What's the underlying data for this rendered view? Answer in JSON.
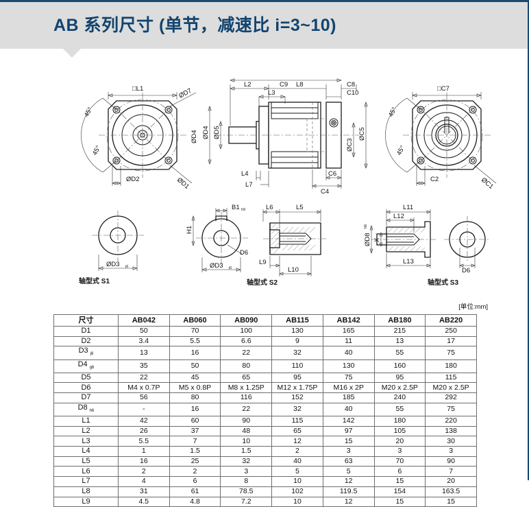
{
  "header": {
    "title": "AB 系列尺寸 (单节，减速比 i=3~10)"
  },
  "unit_note": "[单位:mm]",
  "drawings": {
    "front_flange": {
      "name": "front-flange-view",
      "labels": {
        "l1": "□L1",
        "d7": "ØD7",
        "d2": "ØD2",
        "d1": "ØD1",
        "d4": "ØD4",
        "angle_top": "45°",
        "angle_bottom": "45°"
      }
    },
    "section": {
      "name": "section-side-view",
      "labels": {
        "l2": "L2",
        "c9": "C9",
        "l8": "L8",
        "c8": "C8",
        "c10": "C10",
        "l3": "L3",
        "d4": "ØD4",
        "d5": "ØD5",
        "c5": "ØC5",
        "c3": "ØC3",
        "l4": "L4",
        "l7": "L7",
        "c6": "C6",
        "c4": "C4"
      }
    },
    "rear_flange": {
      "name": "rear-flange-view",
      "labels": {
        "c7": "□C7",
        "c2": "C2",
        "c1": "ØC1",
        "angle_top": "45°",
        "angle_bottom": "45°"
      }
    },
    "shaft_s1": {
      "name": "shaft-type-s1",
      "caption": "轴型式 S1",
      "labels": {
        "d3": "ØD3",
        "d3_sub": "j6"
      }
    },
    "shaft_s2": {
      "name": "shaft-type-s2",
      "caption": "轴型式 S2",
      "labels": {
        "b1": "B1",
        "b1_sub": "h9",
        "h1": "H1",
        "d6": "D6",
        "d3": "ØD3",
        "d3_sub": "j6",
        "l6": "L6",
        "l5": "L5",
        "l9": "L9",
        "l10": "L10"
      }
    },
    "shaft_s3": {
      "name": "shaft-type-s3",
      "caption": "轴型式 S3",
      "labels": {
        "l11": "L11",
        "l12": "L12",
        "l13": "L13",
        "d8": "ØD8",
        "d8_sub": "h6",
        "x": "X",
        "d6": "D6"
      }
    }
  },
  "table": {
    "first_header": "尺寸",
    "columns": [
      "AB042",
      "AB060",
      "AB090",
      "AB115",
      "AB142",
      "AB180",
      "AB220"
    ],
    "rows": [
      {
        "label": "D1",
        "sub": "",
        "values": [
          "50",
          "70",
          "100",
          "130",
          "165",
          "215",
          "250"
        ]
      },
      {
        "label": "D2",
        "sub": "",
        "values": [
          "3.4",
          "5.5",
          "6.6",
          "9",
          "11",
          "13",
          "17"
        ]
      },
      {
        "label": "D3",
        "sub": "j6",
        "values": [
          "13",
          "16",
          "22",
          "32",
          "40",
          "55",
          "75"
        ]
      },
      {
        "label": "D4",
        "sub": "g6",
        "values": [
          "35",
          "50",
          "80",
          "110",
          "130",
          "160",
          "180"
        ]
      },
      {
        "label": "D5",
        "sub": "",
        "values": [
          "22",
          "45",
          "65",
          "95",
          "75",
          "95",
          "115"
        ]
      },
      {
        "label": "D6",
        "sub": "",
        "values": [
          "M4 x 0.7P",
          "M5 x 0.8P",
          "M8 x 1.25P",
          "M12 x 1.75P",
          "M16 x 2P",
          "M20 x 2.5P",
          "M20 x 2.5P"
        ]
      },
      {
        "label": "D7",
        "sub": "",
        "values": [
          "56",
          "80",
          "116",
          "152",
          "185",
          "240",
          "292"
        ]
      },
      {
        "label": "D8",
        "sub": "h6",
        "values": [
          "-",
          "16",
          "22",
          "32",
          "40",
          "55",
          "75"
        ]
      },
      {
        "label": "L1",
        "sub": "",
        "values": [
          "42",
          "60",
          "90",
          "115",
          "142",
          "180",
          "220"
        ]
      },
      {
        "label": "L2",
        "sub": "",
        "values": [
          "26",
          "37",
          "48",
          "65",
          "97",
          "105",
          "138"
        ]
      },
      {
        "label": "L3",
        "sub": "",
        "values": [
          "5.5",
          "7",
          "10",
          "12",
          "15",
          "20",
          "30"
        ]
      },
      {
        "label": "L4",
        "sub": "",
        "values": [
          "1",
          "1.5",
          "1.5",
          "2",
          "3",
          "3",
          "3"
        ]
      },
      {
        "label": "L5",
        "sub": "",
        "values": [
          "16",
          "25",
          "32",
          "40",
          "63",
          "70",
          "90"
        ]
      },
      {
        "label": "L6",
        "sub": "",
        "values": [
          "2",
          "2",
          "3",
          "5",
          "5",
          "6",
          "7"
        ]
      },
      {
        "label": "L7",
        "sub": "",
        "values": [
          "4",
          "6",
          "8",
          "10",
          "12",
          "15",
          "20"
        ]
      },
      {
        "label": "L8",
        "sub": "",
        "values": [
          "31",
          "61",
          "78.5",
          "102",
          "119.5",
          "154",
          "163.5"
        ]
      },
      {
        "label": "L9",
        "sub": "",
        "values": [
          "4.5",
          "4.8",
          "7.2",
          "10",
          "12",
          "15",
          "15"
        ]
      }
    ]
  },
  "colors": {
    "brand_blue": "#12446f",
    "border_blue": "#1b4971",
    "header_gray": "#dddddd"
  }
}
